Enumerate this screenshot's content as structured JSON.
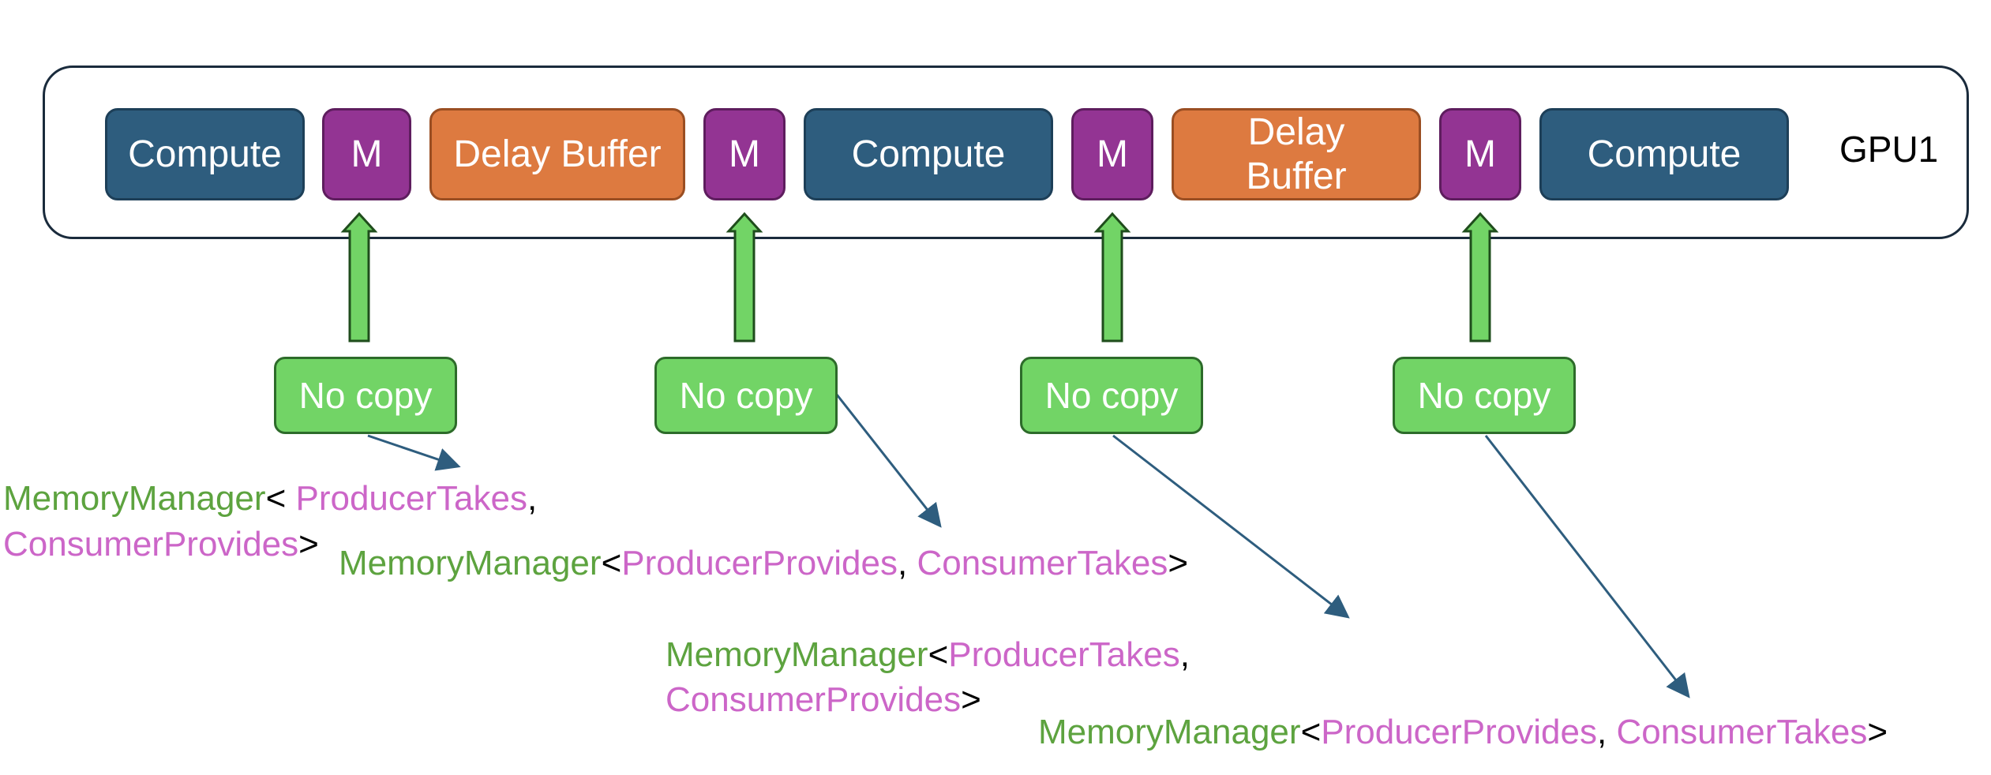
{
  "diagram": {
    "gpu_label": "GPU1",
    "blocks": [
      {
        "kind": "compute",
        "label": "Compute"
      },
      {
        "kind": "mem",
        "label": "M"
      },
      {
        "kind": "delay",
        "label": "Delay Buffer"
      },
      {
        "kind": "mem",
        "label": "M"
      },
      {
        "kind": "compute",
        "label": "Compute"
      },
      {
        "kind": "mem",
        "label": "M"
      },
      {
        "kind": "delay",
        "label": "Delay\nBuffer"
      },
      {
        "kind": "mem",
        "label": "M"
      },
      {
        "kind": "compute",
        "label": "Compute"
      }
    ],
    "no_copy_labels": [
      "No copy",
      "No copy",
      "No copy",
      "No copy"
    ],
    "memory_managers": [
      {
        "name": "MemoryManager",
        "open": "< ",
        "producer": "ProducerTakes",
        "separator": ",",
        "consumer": "ConsumerProvides",
        "close": ">"
      },
      {
        "name": "MemoryManager",
        "open": "<",
        "producer": "ProducerProvides",
        "separator": ", ",
        "consumer": "ConsumerTakes",
        "close": ">"
      },
      {
        "name": "MemoryManager",
        "open": "<",
        "producer": "ProducerTakes",
        "separator": ",",
        "consumer": "ConsumerProvides",
        "close": ">"
      },
      {
        "name": "MemoryManager",
        "open": "<",
        "producer": "ProducerProvides",
        "separator": ", ",
        "consumer": "ConsumerTakes",
        "close": ">"
      }
    ],
    "colors": {
      "compute": "#2e5d7e",
      "memory": "#933493",
      "delay_buffer": "#dd7a40",
      "no_copy": "#72d466",
      "arrow_up": "#72d466",
      "pointer_arrow": "#2e5d7e",
      "manager_name": "#5da33f",
      "manager_type": "#cc66c8"
    }
  }
}
